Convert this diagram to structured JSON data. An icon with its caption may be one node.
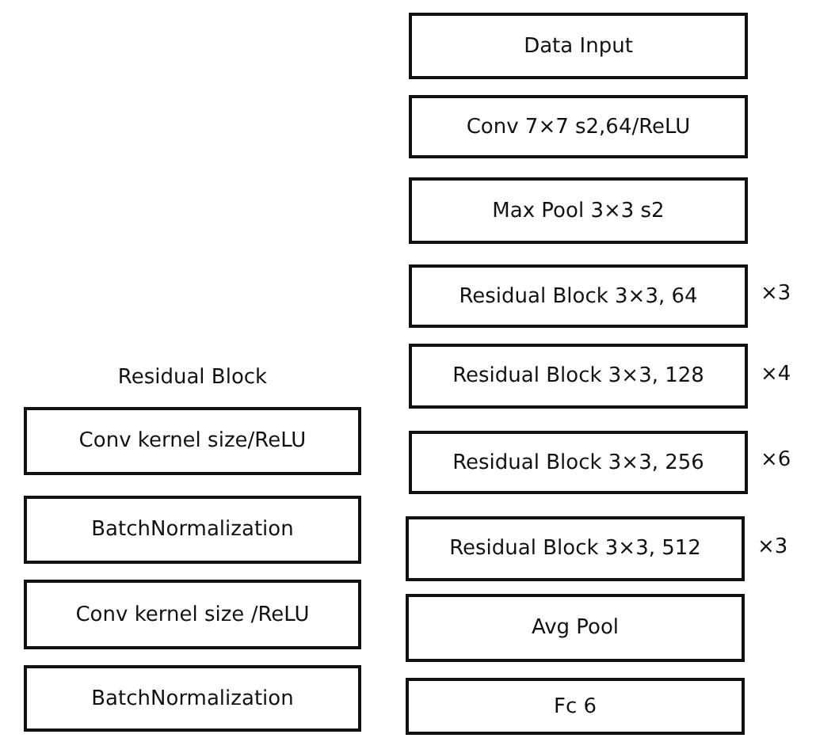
{
  "diagram": {
    "nodes": [
      {
        "text": [
          "Data Input"
        ]
      },
      {
        "text": [
          "Conv 7×7 s2,64/ReLU"
        ]
      },
      {
        "text": [
          "Max Pool 3×3 s2"
        ]
      },
      {
        "text": [
          "Residual Block 3×3, 64"
        ],
        "beside": [
          "×3"
        ]
      },
      {
        "text": [
          "Residual Block 3×3, 128"
        ],
        "beside": [
          "×4"
        ]
      },
      {
        "text": [
          "Residual Block 3×3, 256"
        ],
        "beside": [
          "×6"
        ]
      },
      {
        "text": [
          "Residual Block 3×3, 512"
        ],
        "beside": [
          "×3"
        ]
      },
      {
        "text": [
          "Avg Pool"
        ]
      },
      {
        "text": [
          "Fc 6"
        ]
      },
      {
        "text": [
          "Conv kernel size/ReLU"
        ]
      },
      {
        "text": [
          "BatchNormalization"
        ]
      },
      {
        "text": [
          "Conv kernel size /ReLU"
        ]
      },
      {
        "text": [
          "BatchNormalization"
        ]
      }
    ],
    "labels": [
      "Residual Block"
    ]
  }
}
